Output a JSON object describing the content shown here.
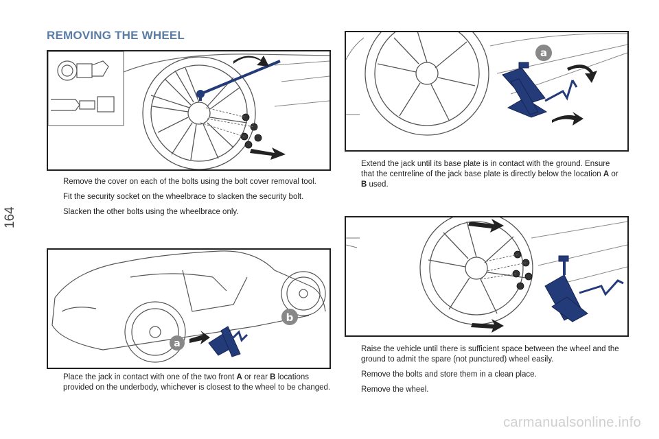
{
  "page": {
    "number": "164",
    "title": "REMOVING THE WHEEL"
  },
  "steps_group_1": [
    "Remove the cover on each of the bolts using the bolt cover removal tool.",
    "Fit the security socket on the wheelbrace to slacken the security bolt.",
    "Slacken the other bolts using the wheelbrace only."
  ],
  "steps_group_2": {
    "item": {
      "a": "Extend the jack until its base plate is in contact with the ground. Ensure that the centreline of the jack base plate is directly below the location ",
      "b": "A",
      "c": " or ",
      "d": "B",
      "e": " used."
    }
  },
  "steps_group_3": {
    "item": {
      "a": "Place the jack in contact with one of the two front ",
      "b": "A",
      "c": " or rear ",
      "d": "B",
      "e": " locations provided on the underbody, whichever is closest to the wheel to be changed."
    }
  },
  "steps_group_4": [
    "Raise the vehicle until there is sufficient space between the wheel and the ground to admit the spare (not punctured) wheel easily.",
    "Remove the bolts and store them in a clean place.",
    "Remove the wheel."
  ],
  "labels": {
    "a": "a",
    "b": "b",
    "bullet": ""
  },
  "colors": {
    "title": "#5a7da8",
    "tool_blue": "#243b7a",
    "line": "#555555"
  },
  "watermark": "carmanualsonline.info"
}
